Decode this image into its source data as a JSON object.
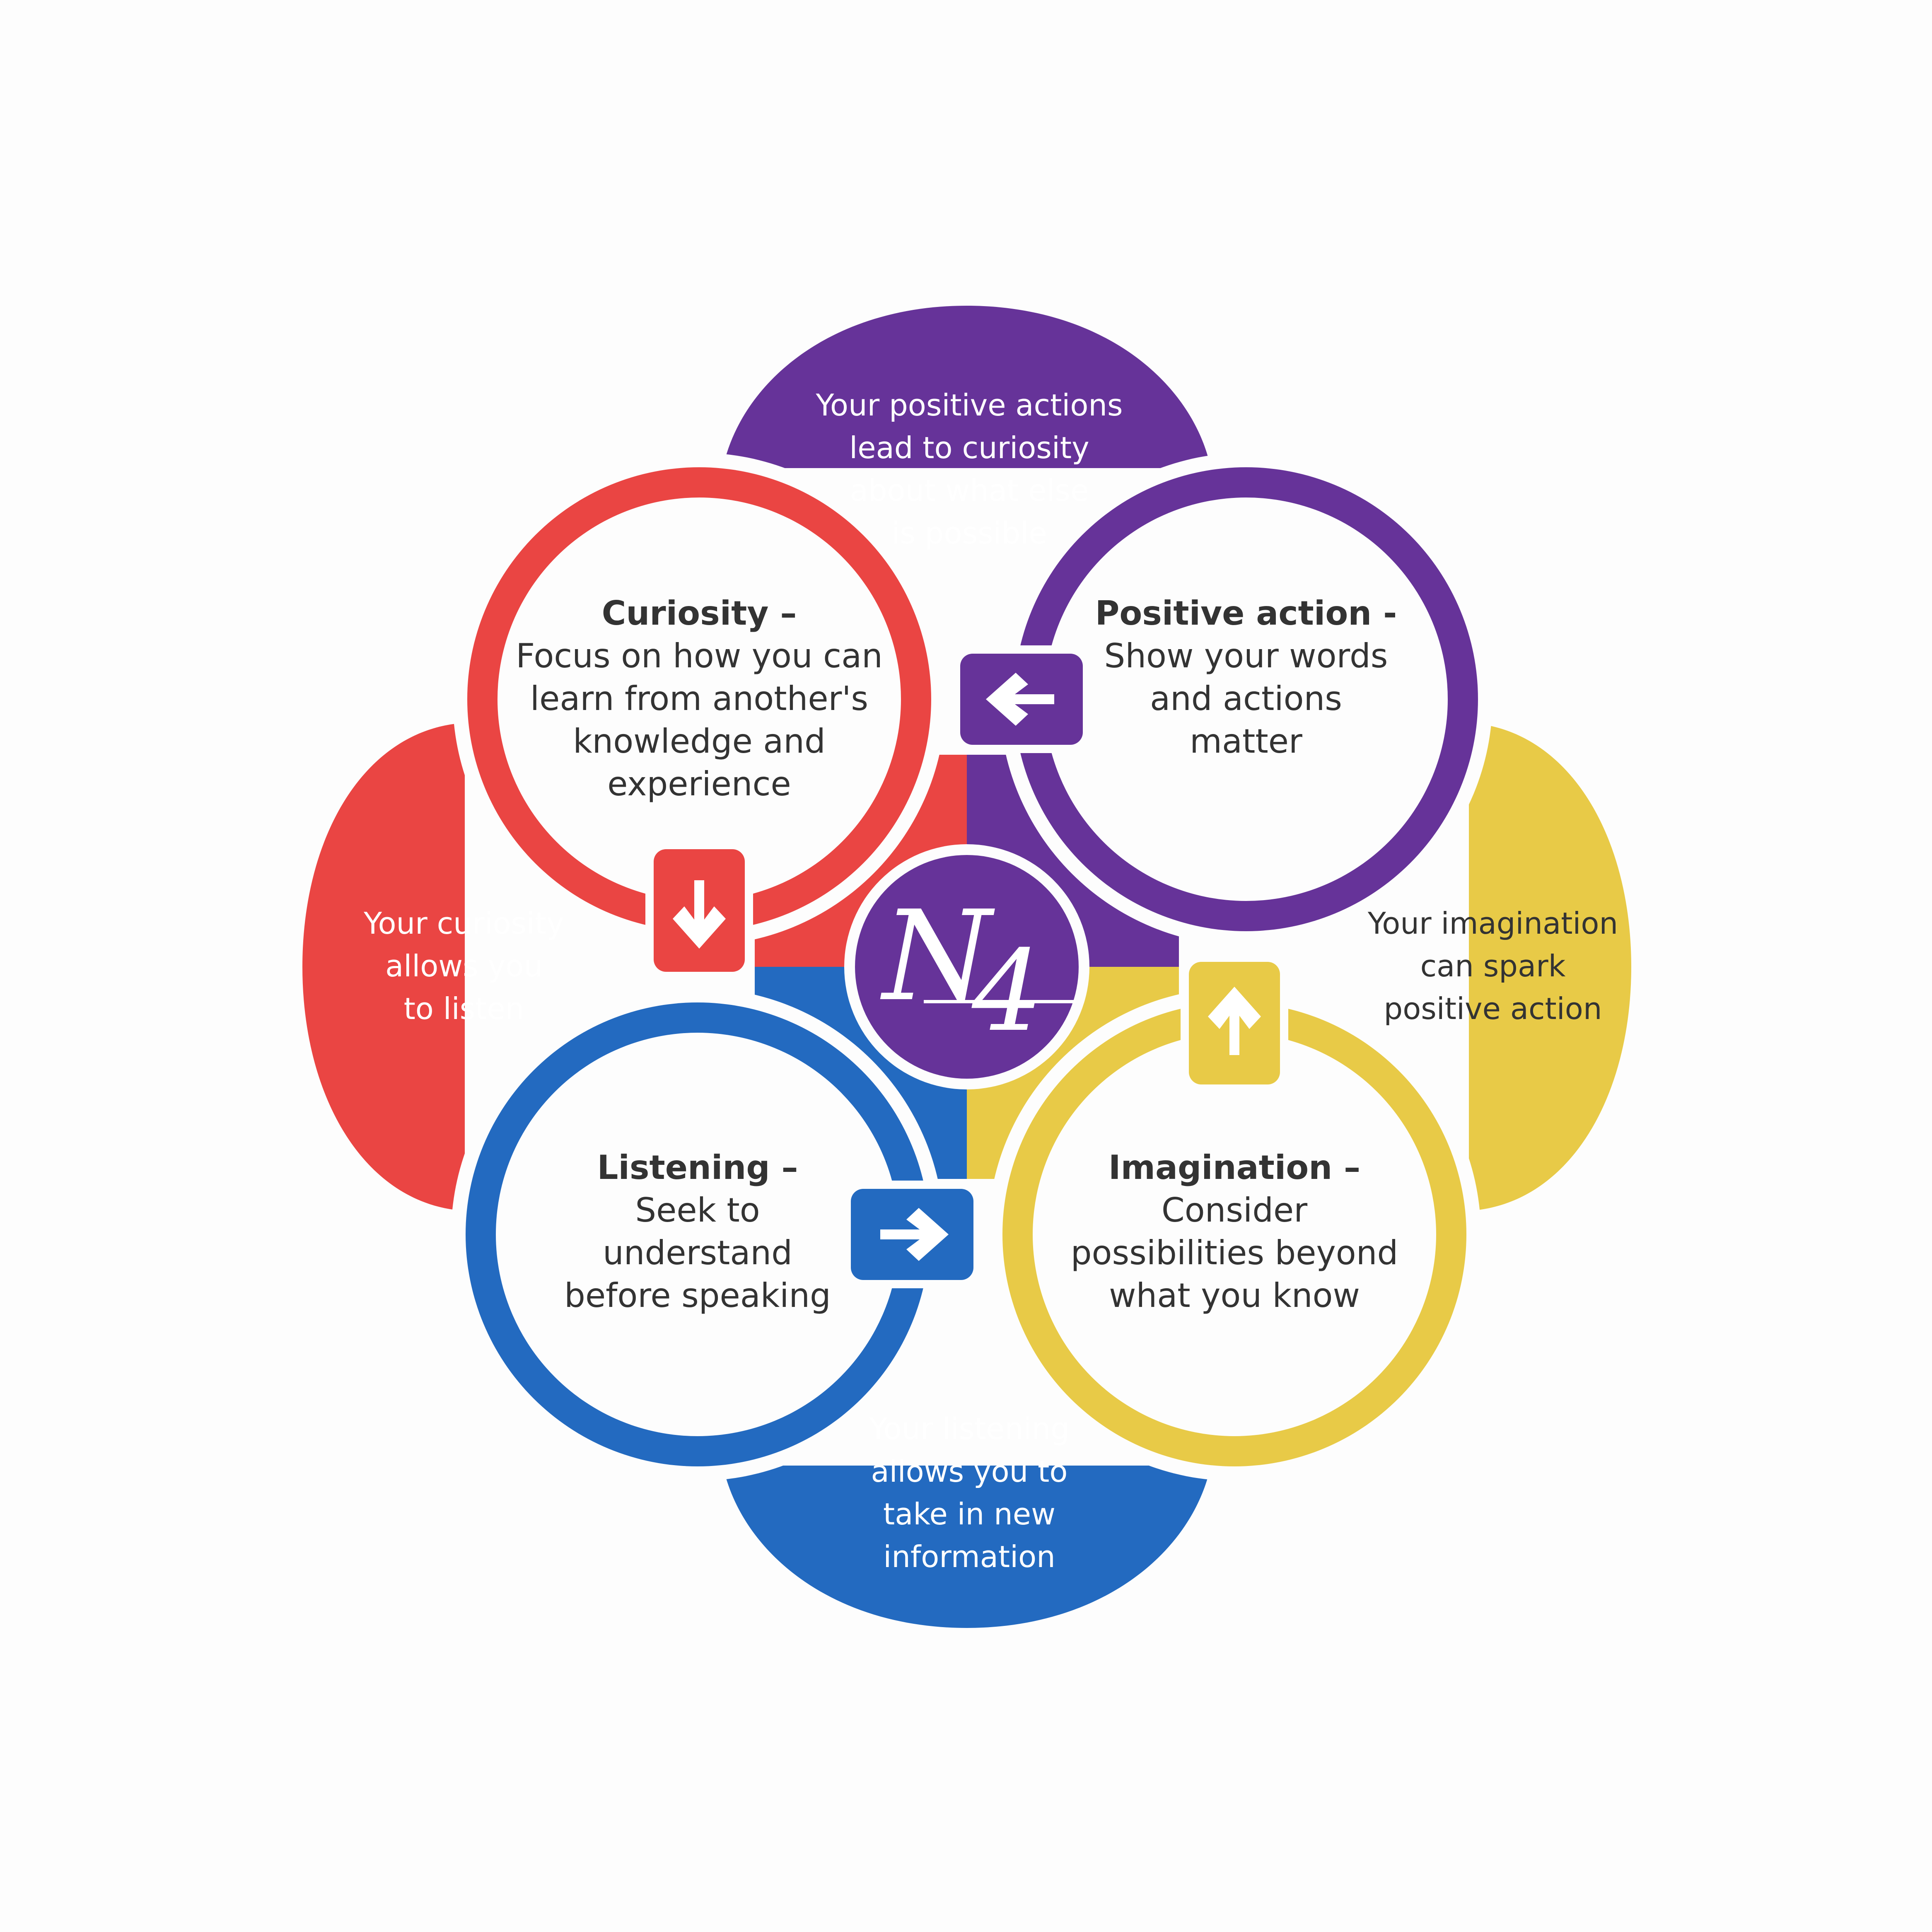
{
  "colors": {
    "red": "#ea4543",
    "purple": "#663399",
    "yellow": "#e8ca47",
    "blue": "#236ac0",
    "background": "#fdfdfd",
    "text_dark": "#333333",
    "text_light": "#ffffff"
  },
  "circles": {
    "curiosity": {
      "title": "Curiosity –",
      "line1": "Focus on how you can",
      "line2": "learn from another's",
      "line3": "knowledge and",
      "line4": "experience"
    },
    "positive_action": {
      "title": "Positive action -",
      "line1": "Show your words",
      "line2": "and actions",
      "line3": "matter"
    },
    "listening": {
      "title": "Listening –",
      "line1": "Seek to",
      "line2": "understand",
      "line3": "before speaking"
    },
    "imagination": {
      "title": "Imagination –",
      "line1": "Consider",
      "line2": "possibilities beyond",
      "line3": "what you know"
    }
  },
  "petals": {
    "top": {
      "line1": "Your positive actions",
      "line2": "lead to curiosity",
      "line3": "about what else",
      "line4": "is possible"
    },
    "left": {
      "line1": "Your curiosity",
      "line2": "allows you",
      "line3": "to listen"
    },
    "right": {
      "line1": "Your imagination",
      "line2": "can spark",
      "line3": "positive action"
    },
    "bottom": {
      "line1": "Your listening",
      "line2": "allows you to",
      "line3": "take in new",
      "line4": "information"
    }
  },
  "logo": {
    "letter1": "N",
    "letter2": "4"
  },
  "icons": {
    "arrows": [
      "arrow-left-icon",
      "arrow-down-icon",
      "arrow-right-icon",
      "arrow-up-icon"
    ]
  }
}
